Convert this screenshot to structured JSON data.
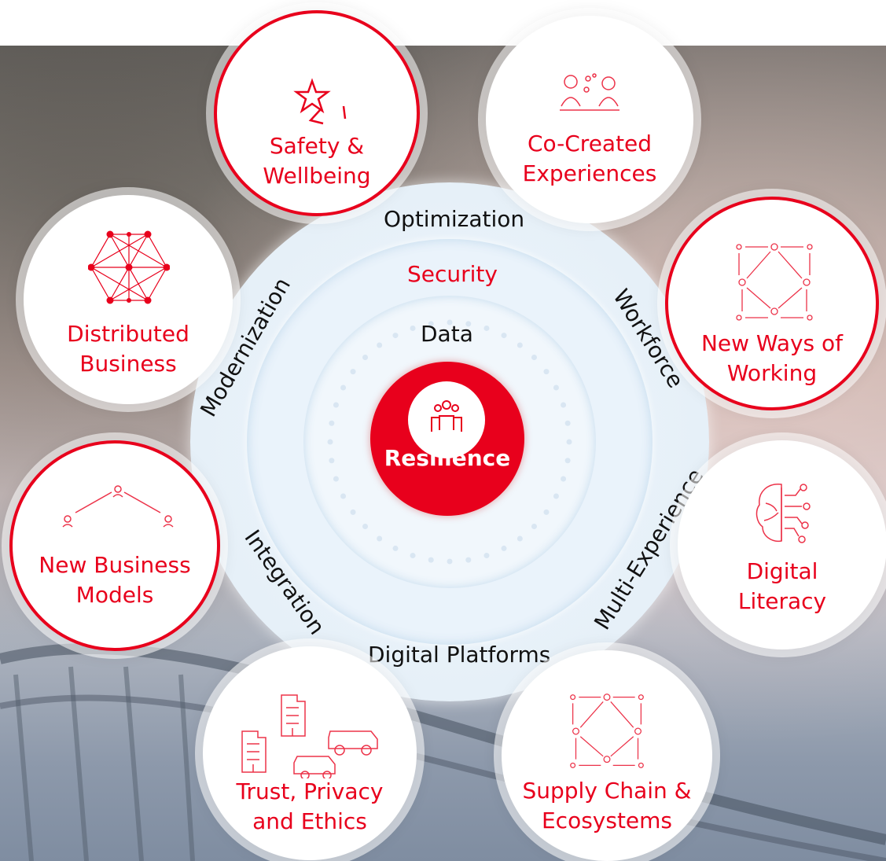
{
  "center": {
    "label": "Resilience",
    "icon": "people-group-icon"
  },
  "rings": {
    "outer_top": "Optimization",
    "outer_left": "Modernization",
    "outer_right": "Workforce",
    "outer_lower_right": "Multi-Experience",
    "outer_lower_left": "Integration",
    "outer_bottom": "Digital Platforms",
    "middle": "Security",
    "inner": "Data"
  },
  "nodes": [
    {
      "line1": "Safety &",
      "line2": "Wellbeing",
      "icon": "star-figure-icon",
      "highlighted": true
    },
    {
      "line1": "Co-Created",
      "line2": "Experiences",
      "icon": "collaboration-icon",
      "highlighted": false
    },
    {
      "line1": "New Ways of",
      "line2": "Working",
      "icon": "network-people-icon",
      "highlighted": true
    },
    {
      "line1": "Digital",
      "line2": "Literacy",
      "icon": "brain-circuit-icon",
      "highlighted": false
    },
    {
      "line1": "Supply Chain &",
      "line2": "Ecosystems",
      "icon": "network-people-icon",
      "highlighted": false
    },
    {
      "line1": "Trust, Privacy",
      "line2": "and Ethics",
      "icon": "buildings-cars-icon",
      "highlighted": false
    },
    {
      "line1": "New Business",
      "line2": "Models",
      "icon": "people-link-icon",
      "highlighted": true
    },
    {
      "line1": "Distributed",
      "line2": "Business",
      "icon": "hexagon-network-icon",
      "highlighted": false
    }
  ],
  "colors": {
    "accent": "#e8001c",
    "ring": "#e6f0f8"
  }
}
